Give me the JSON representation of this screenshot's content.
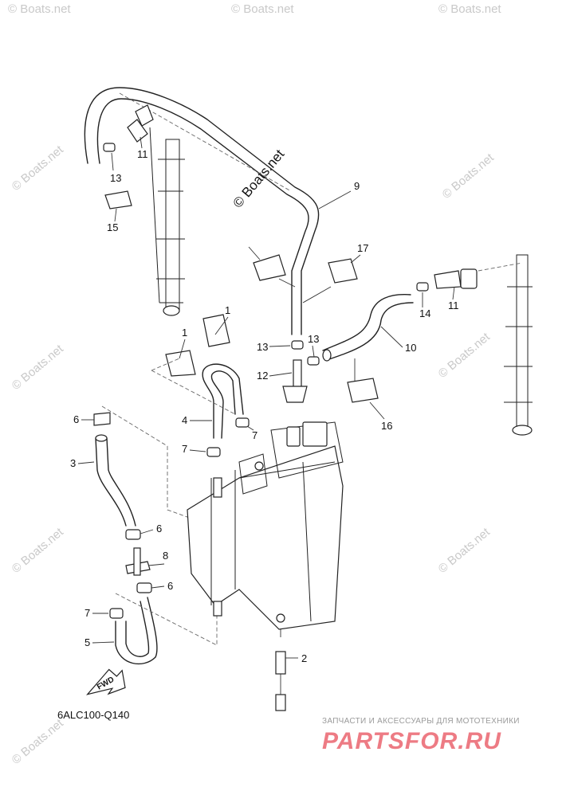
{
  "diagram": {
    "code": "6ALC100-Q140",
    "fwd_label": "FWD",
    "copyright": "© Boats.net",
    "watermark": "© Boats.net",
    "shop_tagline": "ЗАПЧАСТИ И АКСЕССУАРЫ ДЛЯ МОТОТЕХНИКИ",
    "shop_name": "PARTSFOR.RU",
    "callouts": [
      "1",
      "1",
      "2",
      "3",
      "4",
      "5",
      "6",
      "6",
      "6",
      "7",
      "7",
      "7",
      "8",
      "9",
      "10",
      "11",
      "11",
      "12",
      "13",
      "13",
      "13",
      "14",
      "15",
      "16",
      "17"
    ]
  },
  "colors": {
    "line": "#222222",
    "watermark": "#c9c9c9",
    "brand_red": "#e8505b"
  }
}
